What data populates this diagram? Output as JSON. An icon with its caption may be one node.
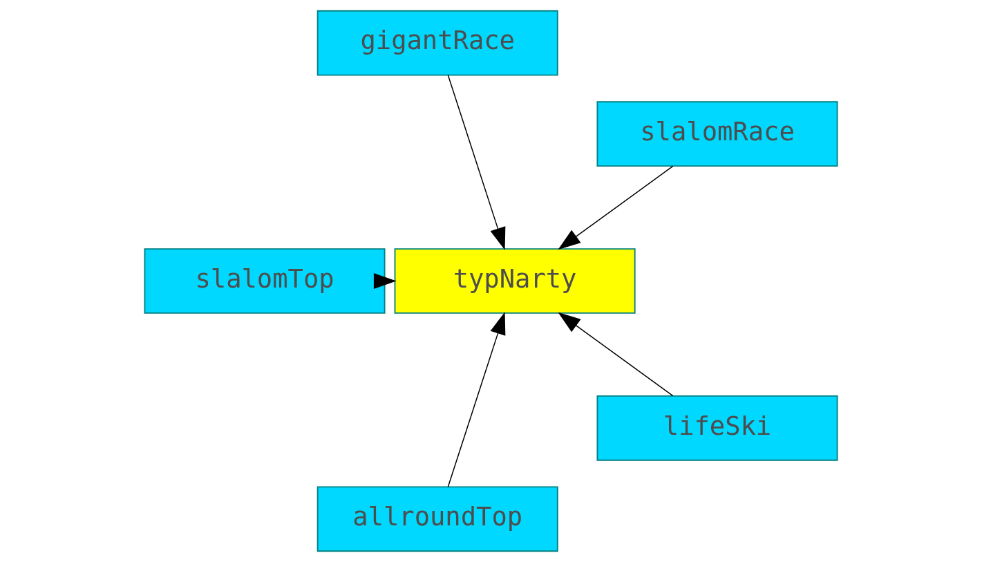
{
  "diagram": {
    "nodes": [
      {
        "text": [
          "slalomRace"
        ]
      },
      {
        "text": [
          "gigantRace"
        ]
      },
      {
        "text": [
          "typNarty"
        ]
      },
      {
        "text": [
          "slalomTop"
        ]
      },
      {
        "text": [
          "allroundTop"
        ]
      },
      {
        "text": [
          "lifeSki"
        ]
      }
    ],
    "edges": [
      {
        "from": 0,
        "to": 2,
        "arrow": "to"
      },
      {
        "from": 1,
        "to": 2,
        "arrow": "to"
      },
      {
        "from": 3,
        "to": 2,
        "arrow": "to"
      },
      {
        "from": 4,
        "to": 2,
        "arrow": "to"
      },
      {
        "from": 5,
        "to": 2,
        "arrow": "to"
      }
    ]
  }
}
